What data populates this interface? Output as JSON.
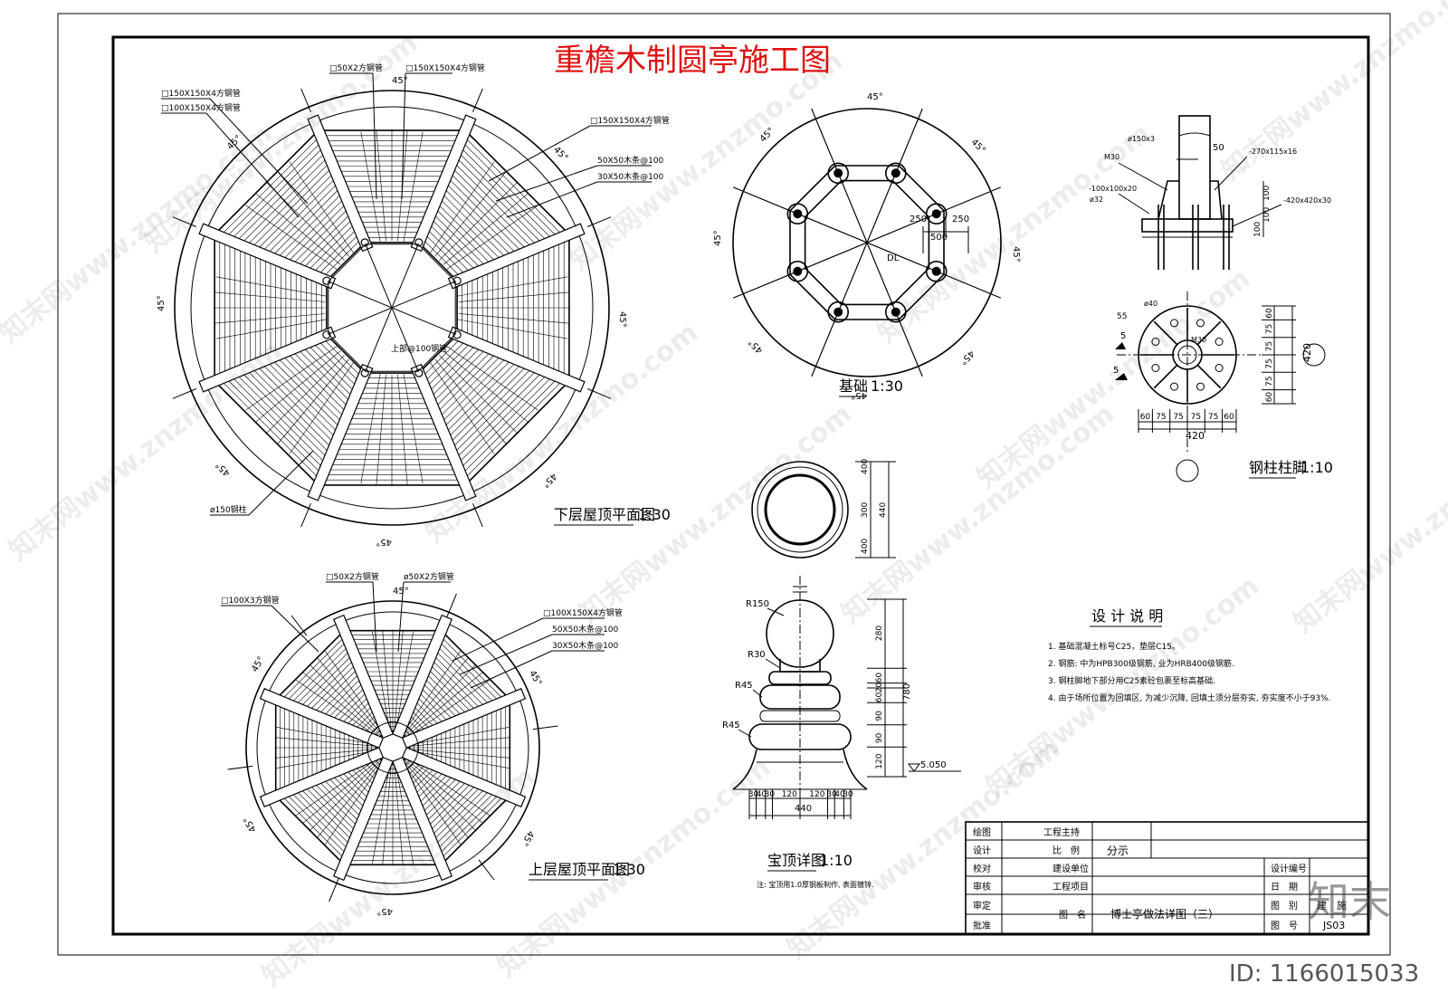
{
  "title": "重檐木制圆亭施工图",
  "views": {
    "lower_roof": {
      "caption": "下层屋顶平面图",
      "scale": "1:30",
      "angle_labels": [
        "45°",
        "45°",
        "45°",
        "45°",
        "45°",
        "45°",
        "45°",
        "45°"
      ],
      "callouts": [
        "□50X2方钢管",
        "□150X150X4方钢管",
        "□150X150X4方钢管",
        "□100X150X4方钢管",
        "□150X150X4方钢管",
        "50X50木条@100",
        "30X50木条@100",
        "上部@100钢管",
        "ø150钢柱"
      ]
    },
    "upper_roof": {
      "caption": "上层屋顶平面图",
      "scale": "1:30",
      "angle_labels": [
        "45°",
        "45°",
        "45°",
        "45°",
        "45°",
        "45°"
      ],
      "callouts": [
        "□50X2方钢管",
        "ø50X2方钢管",
        "□100X3方钢管",
        "□100X150X4方钢管",
        "50X50木条@100",
        "30X50木条@100"
      ]
    },
    "foundation": {
      "caption": "基础",
      "scale": "1:30",
      "angle_labels": [
        "45°",
        "45°",
        "45°",
        "45°",
        "45°",
        "45°",
        "45°",
        "45°"
      ],
      "dims": [
        "250",
        "250",
        "500"
      ],
      "tag": "DL"
    },
    "finial": {
      "caption": "宝顶详图",
      "scale": "1:10",
      "note": "注: 宝顶用1.0厚钢板制作, 表面镀锌.",
      "plan_dims": [
        "400",
        "300",
        "440",
        "400"
      ],
      "radii": [
        "R150",
        "R30",
        "R45",
        "R45"
      ],
      "vertical_dims": [
        "280",
        "60",
        "20",
        "60",
        "90",
        "90",
        "120"
      ],
      "vertical_total": "780",
      "horizontal_dims": [
        "30",
        "40",
        "30",
        "120",
        "120",
        "30",
        "40",
        "30"
      ],
      "horizontal_total": "440",
      "elevation": "5.050"
    },
    "column_base": {
      "caption": "钢柱柱脚",
      "scale": "1:10",
      "callouts": [
        "ø150x3",
        "M30",
        "-100x100x20",
        "ø32",
        "50",
        "-270x115x16",
        "-420x420x30",
        "100",
        "100",
        "100"
      ],
      "plan_callouts": [
        "ø40",
        "55",
        "5",
        "5",
        "M30"
      ],
      "right_dims": [
        "60",
        "75",
        "75",
        "75",
        "75",
        "60"
      ],
      "right_total": "420",
      "bottom_dims": [
        "60",
        "75",
        "75",
        "75",
        "75",
        "60"
      ],
      "bottom_total": "420"
    }
  },
  "design_notes": {
    "heading": "设 计 说 明",
    "items": [
      "1.  基础混凝土标号C25，垫层C15。",
      "2.  钢筋: 中为HPB300级钢筋, 业为HRB400级钢筋.",
      "3.  钢柱脚地下部分用C25素砼包裹至标高基础.",
      "4.  由于场所位置为回填区, 为减少沉降, 回填土须分层夯实, 夯实度不小于93%."
    ]
  },
  "title_block": {
    "rows": [
      {
        "role": "绘图",
        "field": "工程主持",
        "value": ""
      },
      {
        "role": "设计",
        "field": "比　例",
        "value": "分示"
      },
      {
        "role": "校对",
        "field": "建设单位",
        "value": ""
      },
      {
        "role": "审核",
        "field": "工程项目",
        "value": ""
      },
      {
        "role": "审定",
        "field": "图　名",
        "value": "博士亭做法详图（三）"
      },
      {
        "role": "批准",
        "field": "",
        "value": ""
      }
    ],
    "right_labels": [
      "设计编号",
      "日　期",
      "图　别",
      "图　号"
    ],
    "right_values": [
      "",
      "",
      "建　施",
      "JS03"
    ]
  },
  "watermark": {
    "text": "知末网www.znzmo.com",
    "logo": "知末",
    "id": "ID: 1166015033"
  }
}
